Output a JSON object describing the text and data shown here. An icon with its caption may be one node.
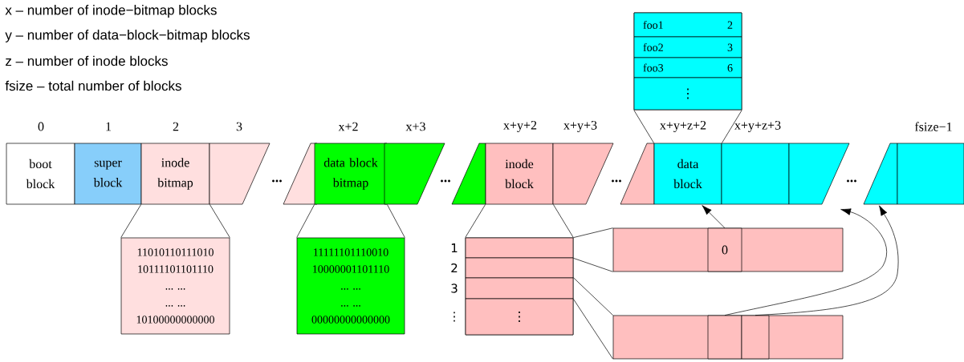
{
  "diagram": {
    "nodes": [
      {
        "text": [
          "boot block"
        ]
      },
      {
        "text": [
          "super block"
        ]
      },
      {
        "text": [
          "inode bitmap"
        ]
      },
      {
        "text": [],
        "shape": "box"
      },
      {
        "text": [],
        "shape": "box"
      },
      {
        "text": [
          "data block bitmap"
        ]
      },
      {
        "text": [],
        "shape": "box"
      },
      {
        "text": [],
        "shape": "box"
      },
      {
        "text": [
          "inode block"
        ]
      },
      {
        "text": [],
        "shape": "box"
      },
      {
        "text": [],
        "shape": "box"
      },
      {
        "text": [
          "data block"
        ]
      },
      {
        "text": [],
        "shape": "box"
      },
      {
        "text": [],
        "shape": "box"
      },
      {
        "text": [],
        "shape": "box"
      },
      {
        "text": [],
        "shape": "box"
      },
      {
        "text": [],
        "shape": "box"
      },
      {
        "text": [
          "foo1",
          "2"
        ],
        "in": 16
      },
      {
        "text": [
          "foo2",
          "3"
        ],
        "in": 16
      },
      {
        "text": [
          "foo3",
          "6"
        ],
        "in": 16
      },
      {
        "text": [
          "⋮"
        ],
        "in": 16
      },
      {
        "text": [
          "11010110111010",
          "10111101101110",
          "... ...",
          "... ...",
          "10100000000000"
        ]
      },
      {
        "text": [
          "11111101110010",
          "10000001101110",
          "... ...",
          "... ...",
          "00000000000000"
        ]
      },
      {
        "text": [],
        "shape": "box"
      },
      {
        "text": [],
        "shape": "box",
        "in": 23,
        "beside": [
          "1"
        ]
      },
      {
        "text": [],
        "shape": "box",
        "in": 23,
        "beside": [
          "2"
        ]
      },
      {
        "text": [],
        "shape": "box",
        "in": 23,
        "beside": [
          "3"
        ]
      },
      {
        "text": [
          "⋮"
        ],
        "in": 23,
        "beside": [
          "⋮"
        ]
      },
      {
        "text": [],
        "shape": "box"
      },
      {
        "text": [
          "0"
        ],
        "in": 28
      },
      {
        "text": [],
        "shape": "box"
      },
      {
        "text": [],
        "shape": "box",
        "in": 30
      },
      {
        "text": [],
        "shape": "box",
        "in": 30
      }
    ],
    "edges": [
      {
        "from": 2,
        "to": 21,
        "arrow": "none"
      },
      {
        "from": 2,
        "to": 21,
        "arrow": "none"
      },
      {
        "from": 5,
        "to": 22,
        "arrow": "none"
      },
      {
        "from": 5,
        "to": 22,
        "arrow": "none"
      },
      {
        "from": 8,
        "to": 23,
        "arrow": "none"
      },
      {
        "from": 8,
        "to": 23,
        "arrow": "none"
      },
      {
        "from": 11,
        "to": 16,
        "arrow": "none"
      },
      {
        "from": 11,
        "to": 16,
        "arrow": "none"
      },
      {
        "from": 24,
        "to": 28,
        "arrow": "none"
      },
      {
        "from": 24,
        "to": 28,
        "arrow": "none"
      },
      {
        "from": 26,
        "to": 30,
        "arrow": "none"
      },
      {
        "from": 26,
        "to": 30,
        "arrow": "none"
      },
      {
        "from": 29,
        "to": 11,
        "arrow": "to"
      },
      {
        "from": 31,
        "to": null,
        "arrow": "to"
      },
      {
        "from": 32,
        "to": 14,
        "arrow": "to"
      }
    ],
    "labels": [
      "x – number of inode−bitmap blocks",
      "y – number of data−block−bitmap blocks",
      "z – number of inode blocks",
      "fsize – total number of blocks",
      "0",
      "1",
      "2",
      "3",
      "x+2",
      "x+3",
      "x+y+2",
      "x+y+3",
      "x+y+z+2",
      "x+y+z+3",
      "fsize−1",
      "...",
      "...",
      "...",
      "..."
    ]
  }
}
